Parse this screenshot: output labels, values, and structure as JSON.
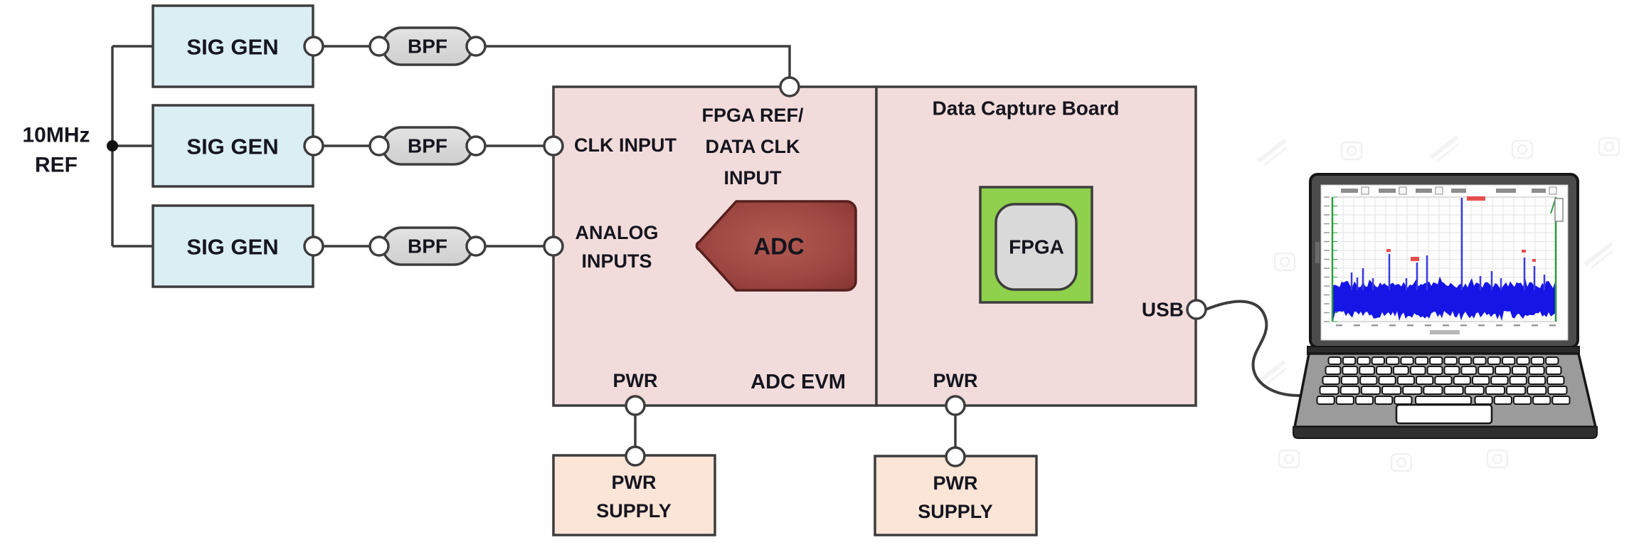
{
  "diagram": {
    "ref_source": {
      "line1": "10MHz",
      "line2": "REF"
    },
    "sig_gens": [
      "SIG GEN",
      "SIG GEN",
      "SIG GEN"
    ],
    "bpfs": [
      "BPF",
      "BPF",
      "BPF"
    ],
    "adc_evm": {
      "board_label": "ADC EVM",
      "clk_input": "CLK INPUT",
      "analog_inputs_line1": "ANALOG",
      "analog_inputs_line2": "INPUTS",
      "fpga_ref_line1": "FPGA REF/",
      "fpga_ref_line2": "DATA CLK",
      "fpga_ref_line3": "INPUT",
      "adc_chip": "ADC",
      "pwr_port": "PWR"
    },
    "data_capture_board": {
      "board_label": "Data Capture Board",
      "fpga_chip": "FPGA",
      "usb_port": "USB",
      "pwr_port": "PWR"
    },
    "pwr_supply_1": {
      "line1": "PWR",
      "line2": "SUPPLY"
    },
    "pwr_supply_2": {
      "line1": "PWR",
      "line2": "SUPPLY"
    }
  },
  "colors": {
    "board_fill": "#f2dcdb",
    "sig_gen_fill": "#daeef3",
    "bpf_fill": "#d9d9d9",
    "pwr_supply_fill": "#fbe5d6",
    "fpga_green": "#8fd04c",
    "chip_gray": "#d9d9d9",
    "adc_red": "#9d4540",
    "adc_red_dark": "#7c2d2a",
    "outline": "#3d3d3d",
    "text": "#15151f",
    "plot_blue": "#1515e6",
    "plot_green": "#2e9e3e",
    "plot_red": "#e23030"
  }
}
